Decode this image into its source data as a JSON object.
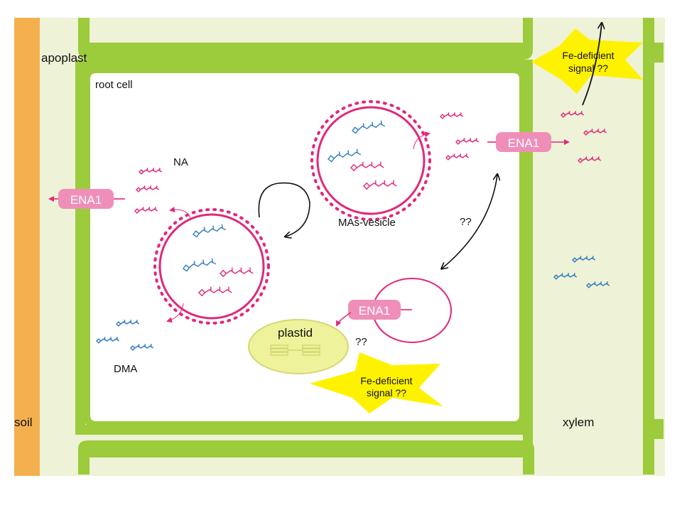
{
  "labels": {
    "apoplast": "apoplast",
    "root_cell": "root cell",
    "soil": "soil",
    "xylem": "xylem",
    "na": "NA",
    "dma": "DMA",
    "vesicle": "MAs-vesicle",
    "plastid": "plastid",
    "unknown_top": "??",
    "unknown_mid": "??"
  },
  "transporters": {
    "left": "ENA1",
    "right": "ENA1",
    "lower": "ENA1"
  },
  "signals": {
    "top": {
      "line1": "Fe-deficient",
      "line2": "signal ??"
    },
    "bottom": {
      "line1": "Fe-deficient",
      "line2": "signal ??"
    }
  },
  "colors": {
    "cell_wall": "#9ccb3b",
    "apoplast": "#eef2d6",
    "soil": "#f4b04f",
    "magenta": "#e0287a",
    "ena_fill": "#ef8fb9",
    "blue": "#2f7bc0",
    "signal": "#fff200",
    "plastid_fill": "#eef29a",
    "plastid_stroke": "#d5d775"
  }
}
